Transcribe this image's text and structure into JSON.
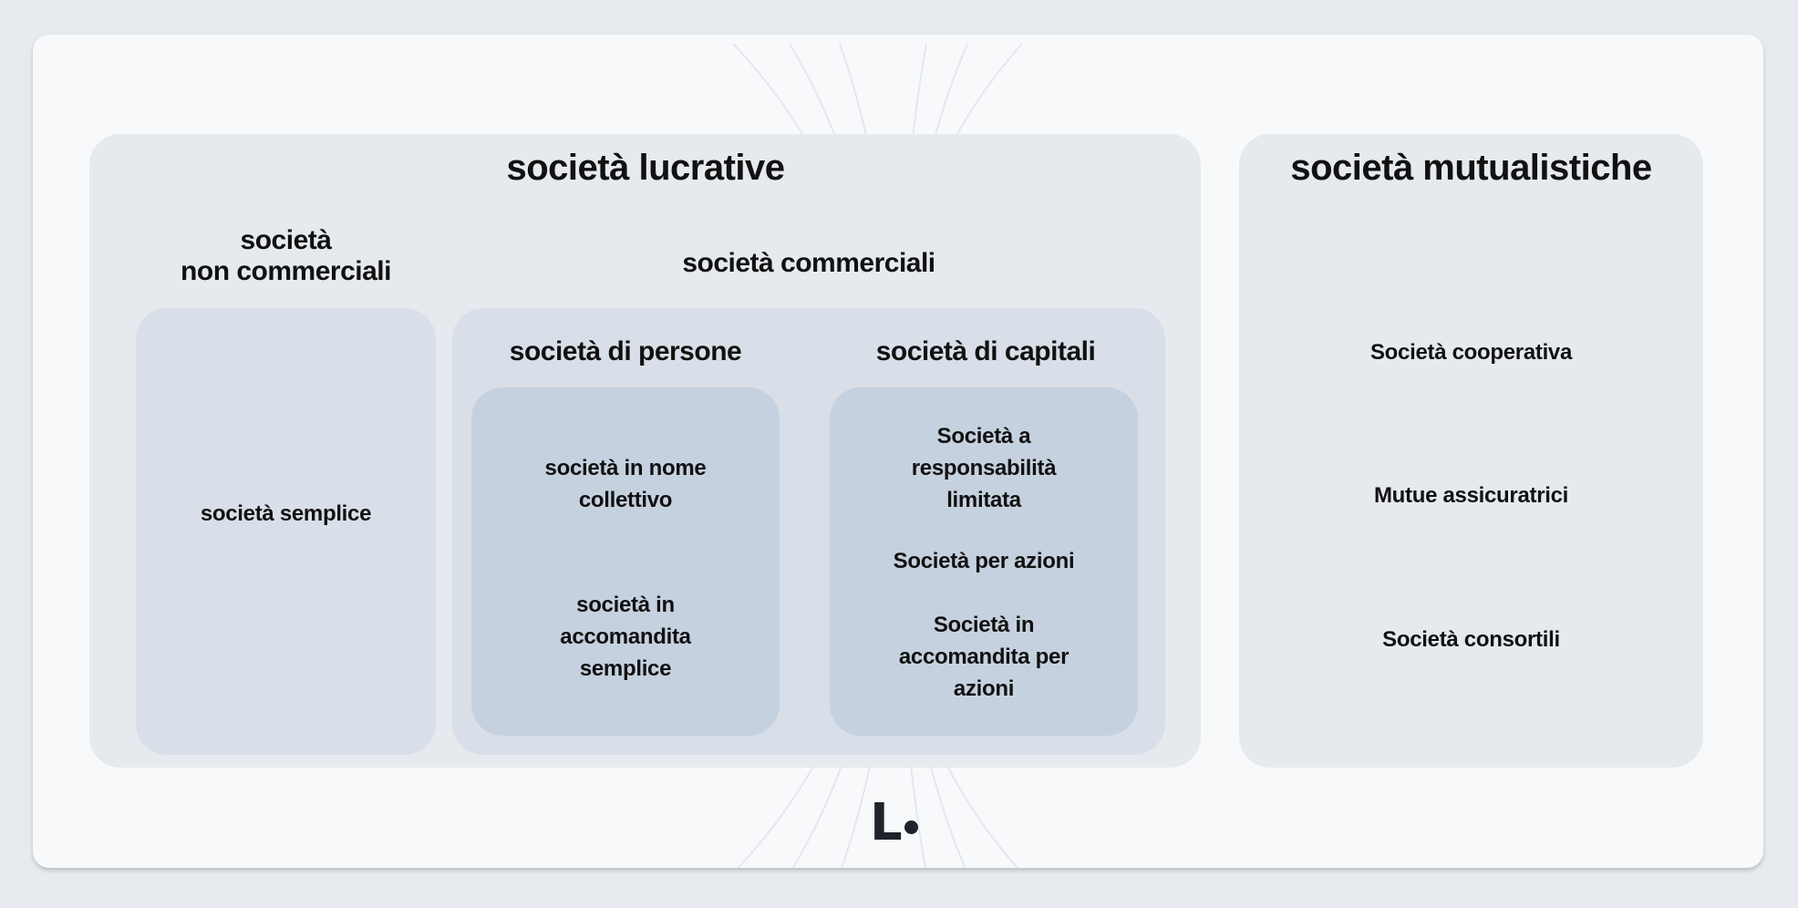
{
  "diagram": {
    "lucrative": {
      "title": "società lucrative",
      "non_commerciali": {
        "title_line1": "società",
        "title_line2": "non commerciali",
        "items": [
          "società semplice"
        ]
      },
      "commerciali": {
        "title": "società commerciali",
        "persone": {
          "title": "società di persone",
          "items": [
            [
              "società in nome",
              "collettivo"
            ],
            [
              "società in",
              "accomandita",
              "semplice"
            ]
          ]
        },
        "capitali": {
          "title": "società di capitali",
          "items": [
            [
              "Società a",
              "responsabilità",
              "limitata"
            ],
            [
              "Società per azioni"
            ],
            [
              "Società in",
              "accomandita per",
              "azioni"
            ]
          ]
        }
      }
    },
    "mutualistiche": {
      "title": "società mutualistiche",
      "items": [
        "Società cooperativa",
        "Mutue assicuratrici",
        "Società consortili"
      ]
    }
  },
  "logo": {
    "text": "L"
  },
  "colors": {
    "background": "#e7eaee",
    "card": "#f8f9fb",
    "outer_box": "#e6eaee",
    "mid_box": "#d9dfe8",
    "inner_box": "#c6d1df",
    "text": "#111111"
  }
}
